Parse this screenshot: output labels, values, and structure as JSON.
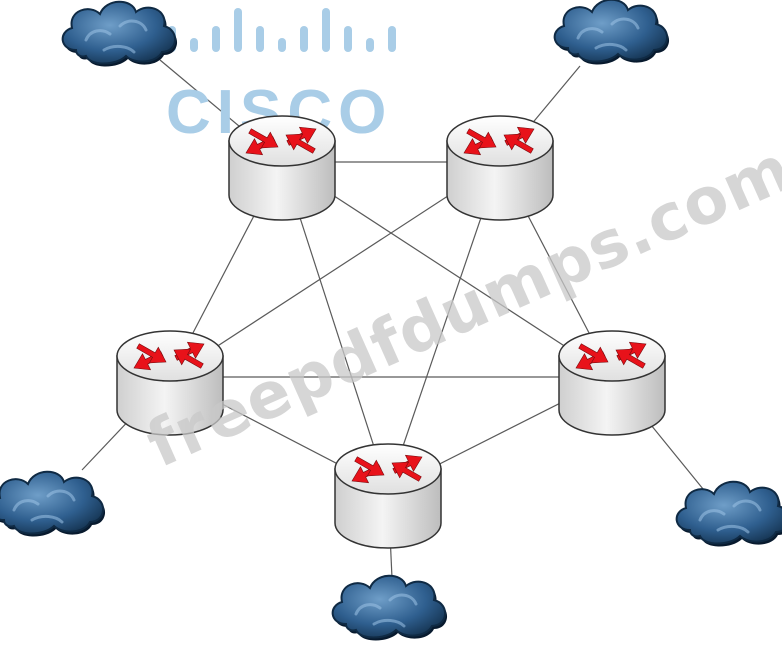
{
  "logo": {
    "word": "CISCO",
    "color": "#a9cde7"
  },
  "watermark": {
    "text": "freepdfdumps.com",
    "color": "#c8c8c8"
  },
  "colors": {
    "router_body": "#e6e6e6",
    "router_stroke": "#333333",
    "arrow": "#e8121a",
    "link": "#5a5a5a",
    "cloud_dark": "#0f2a44",
    "cloud_light": "#6f9ec8"
  },
  "routers": [
    {
      "id": "r1",
      "icon": "router-icon"
    },
    {
      "id": "r2",
      "icon": "router-icon"
    },
    {
      "id": "r3",
      "icon": "router-icon"
    },
    {
      "id": "r4",
      "icon": "router-icon"
    },
    {
      "id": "r5",
      "icon": "router-icon"
    }
  ],
  "clouds": [
    {
      "id": "c1",
      "icon": "cloud-icon",
      "router": "r1"
    },
    {
      "id": "c2",
      "icon": "cloud-icon",
      "router": "r2"
    },
    {
      "id": "c3",
      "icon": "cloud-icon",
      "router": "r3"
    },
    {
      "id": "c4",
      "icon": "cloud-icon",
      "router": "r4"
    },
    {
      "id": "c5",
      "icon": "cloud-icon",
      "router": "r5"
    }
  ],
  "links": [
    [
      "r1",
      "r2"
    ],
    [
      "r1",
      "r3"
    ],
    [
      "r1",
      "r4"
    ],
    [
      "r1",
      "r5"
    ],
    [
      "r2",
      "r3"
    ],
    [
      "r2",
      "r4"
    ],
    [
      "r2",
      "r5"
    ],
    [
      "r3",
      "r4"
    ],
    [
      "r3",
      "r5"
    ],
    [
      "r4",
      "r5"
    ]
  ]
}
